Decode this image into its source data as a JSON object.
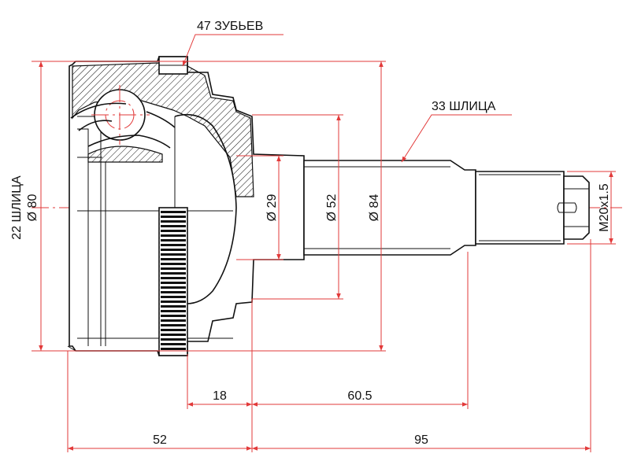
{
  "labels": {
    "teeth": "47 ЗУБЬЕВ",
    "outer_splines": "33 ШЛИЦА",
    "inner_splines": "22 ШЛИЦА",
    "d80": "Ø 80",
    "d29": "Ø 29",
    "d52": "Ø 52",
    "d84": "Ø 84",
    "thread": "M20x1.5",
    "len18": "18",
    "len60_5": "60.5",
    "len52": "52",
    "len95": "95"
  },
  "colors": {
    "dimension": "#e23a3a",
    "outline": "#111111",
    "background": "#ffffff"
  }
}
